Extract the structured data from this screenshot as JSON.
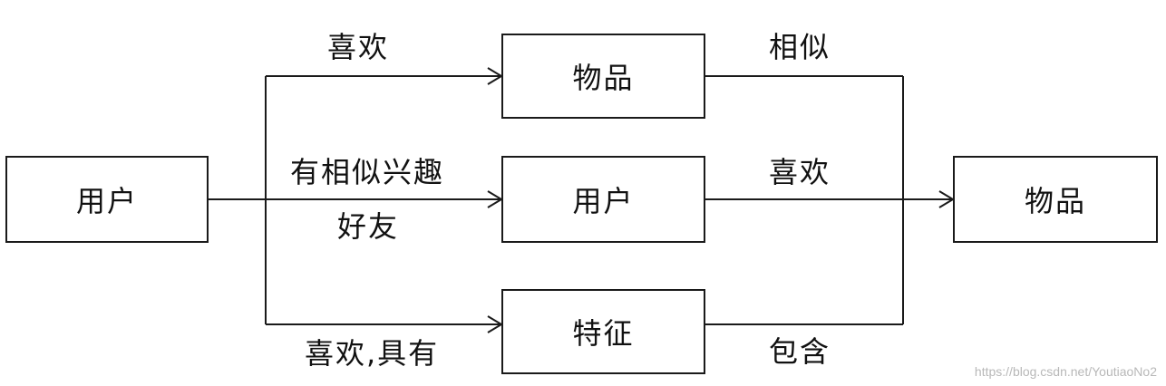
{
  "nodes": {
    "source_user": "用户",
    "item_top": "物品",
    "user_mid": "用户",
    "feature_bottom": "特征",
    "target_item": "物品"
  },
  "edges": {
    "likes_top": "喜欢",
    "similar_interest_line1": "有相似兴趣",
    "similar_interest_line2": "好友",
    "likes_has_bottom": "喜欢,具有",
    "similar_right": "相似",
    "likes_right": "喜欢",
    "contains_right": "包含"
  },
  "watermark": "https://blog.csdn.net/YoutiaoNo2"
}
